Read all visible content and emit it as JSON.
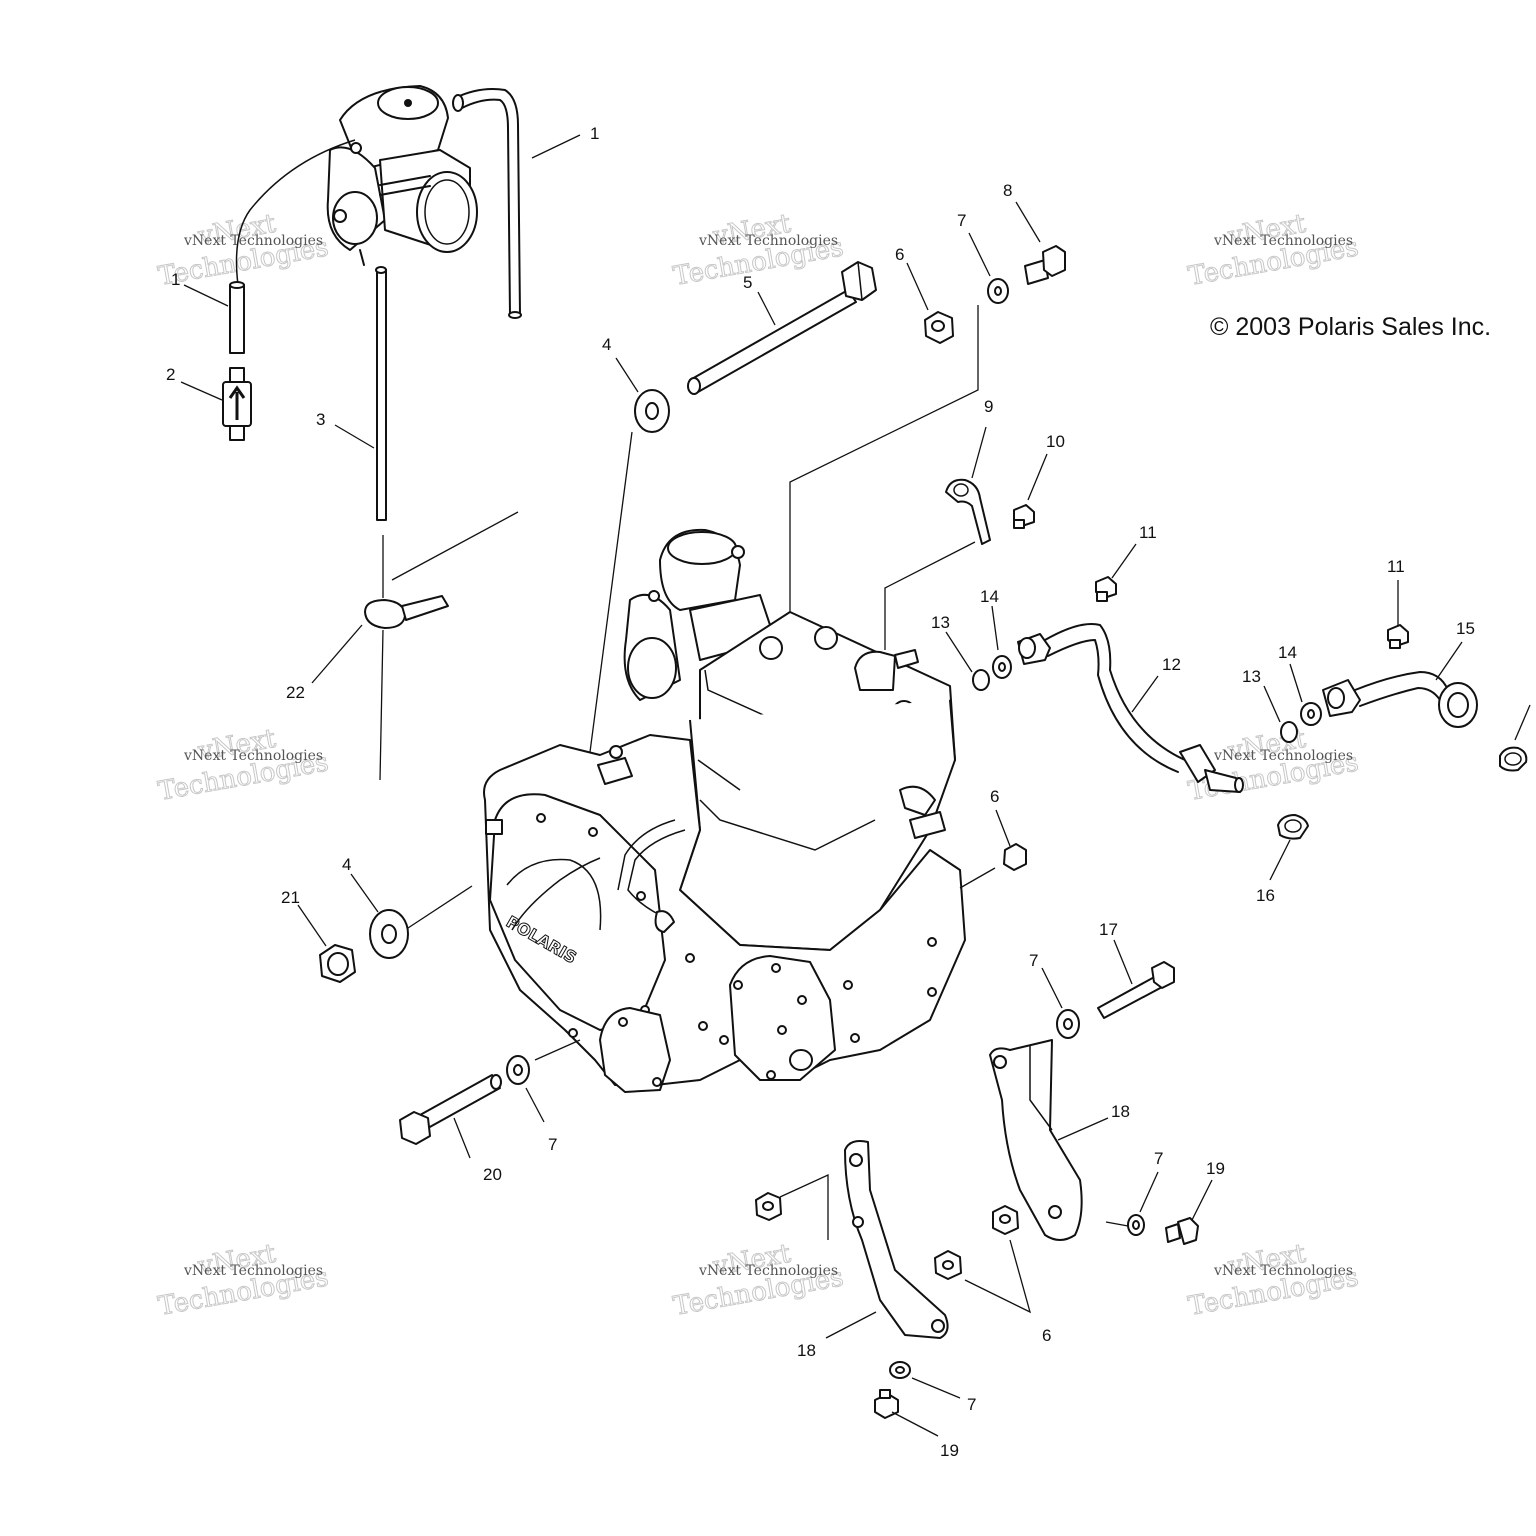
{
  "copyright": "© 2003 Polaris Sales Inc.",
  "watermark": {
    "line1": "vNext Technologies",
    "line2": "Technologies",
    "line3": "vNext"
  },
  "engine_logo": "POLARIS",
  "callouts": [
    {
      "id": "c1a",
      "text": "1"
    },
    {
      "id": "c1b",
      "text": "1"
    },
    {
      "id": "c2",
      "text": "2"
    },
    {
      "id": "c3",
      "text": "3"
    },
    {
      "id": "c4a",
      "text": "4"
    },
    {
      "id": "c4b",
      "text": "4"
    },
    {
      "id": "c5",
      "text": "5"
    },
    {
      "id": "c6a",
      "text": "6"
    },
    {
      "id": "c6b",
      "text": "6"
    },
    {
      "id": "c6c",
      "text": "6"
    },
    {
      "id": "c7a",
      "text": "7"
    },
    {
      "id": "c7b",
      "text": "7"
    },
    {
      "id": "c7c",
      "text": "7"
    },
    {
      "id": "c7d",
      "text": "7"
    },
    {
      "id": "c7e",
      "text": "7"
    },
    {
      "id": "c8",
      "text": "8"
    },
    {
      "id": "c9",
      "text": "9"
    },
    {
      "id": "c10",
      "text": "10"
    },
    {
      "id": "c11a",
      "text": "11"
    },
    {
      "id": "c11b",
      "text": "11"
    },
    {
      "id": "c12",
      "text": "12"
    },
    {
      "id": "c13a",
      "text": "13"
    },
    {
      "id": "c13b",
      "text": "13"
    },
    {
      "id": "c14a",
      "text": "14"
    },
    {
      "id": "c14b",
      "text": "14"
    },
    {
      "id": "c15",
      "text": "15"
    },
    {
      "id": "c16",
      "text": "16"
    },
    {
      "id": "c17",
      "text": "17"
    },
    {
      "id": "c18a",
      "text": "18"
    },
    {
      "id": "c18b",
      "text": "18"
    },
    {
      "id": "c19a",
      "text": "19"
    },
    {
      "id": "c19b",
      "text": "19"
    },
    {
      "id": "c20",
      "text": "20"
    },
    {
      "id": "c21",
      "text": "21"
    },
    {
      "id": "c22",
      "text": "22"
    }
  ]
}
